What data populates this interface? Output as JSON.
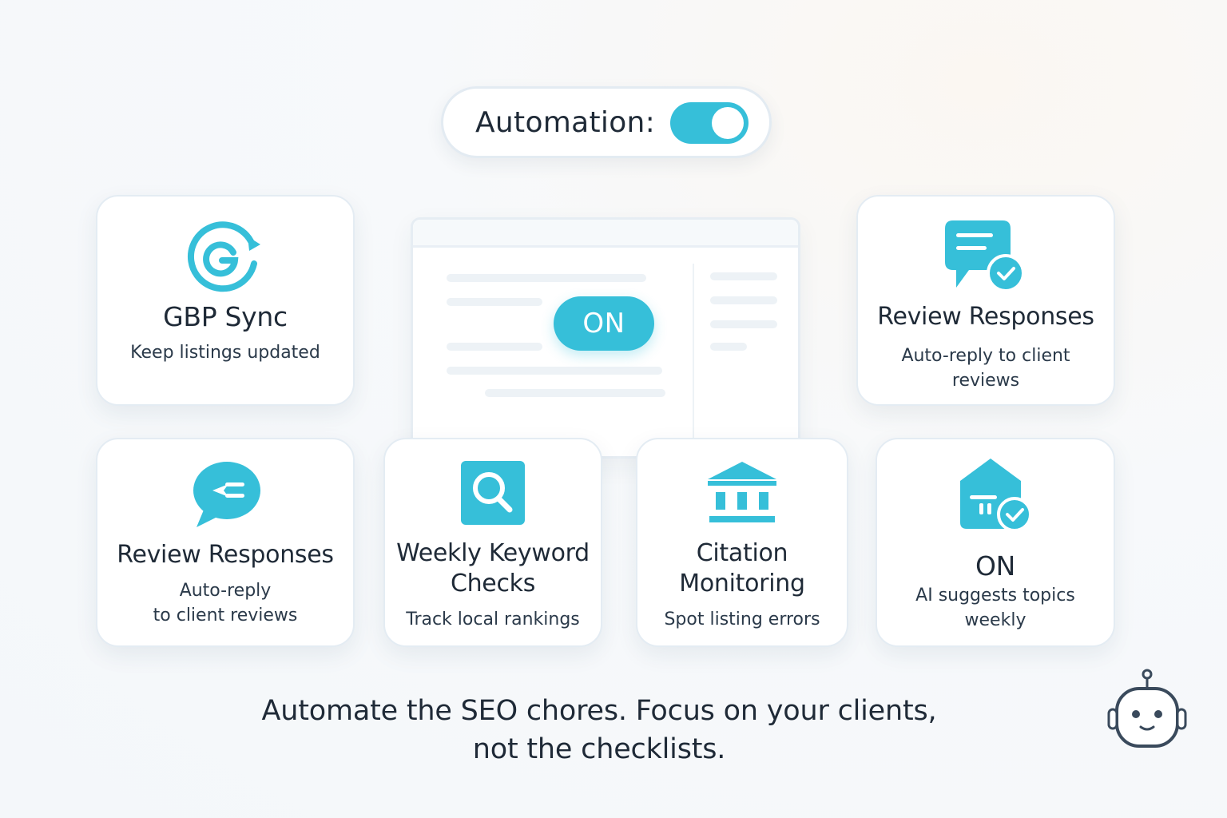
{
  "automation": {
    "label": "Automation:",
    "enabled": true
  },
  "mock_window": {
    "status": "ON"
  },
  "cards": {
    "gbp_sync": {
      "title": "GBP Sync",
      "desc": "Keep listings updated",
      "icon": "google-sync-icon"
    },
    "review_top": {
      "title": "Review Responses",
      "desc_line1": "Auto-reply to client",
      "desc_line2": "reviews",
      "icon": "chat-check-icon"
    },
    "review_bottom": {
      "title": "Review Responses",
      "desc_line1": "Auto-reply",
      "desc_line2": "to client reviews",
      "icon": "chat-bubble-icon"
    },
    "keyword": {
      "title_line1": "Weekly Keyword",
      "title_line2": "Checks",
      "desc": "Track local rankings",
      "icon": "search-icon"
    },
    "citation": {
      "title_line1": "Citation",
      "title_line2": "Monitoring",
      "desc": "Spot listing errors",
      "icon": "building-icon"
    },
    "ai_topics": {
      "title": "ON",
      "desc_line1": "AI suggests topics",
      "desc_line2": "weekly",
      "icon": "home-check-icon"
    }
  },
  "tagline": {
    "line1": "Automate the SEO chores. Focus on your clients,",
    "line2": "not the checklists."
  },
  "colors": {
    "accent": "#36bfd9",
    "text": "#1f2a37",
    "border": "#e4ecf3"
  }
}
